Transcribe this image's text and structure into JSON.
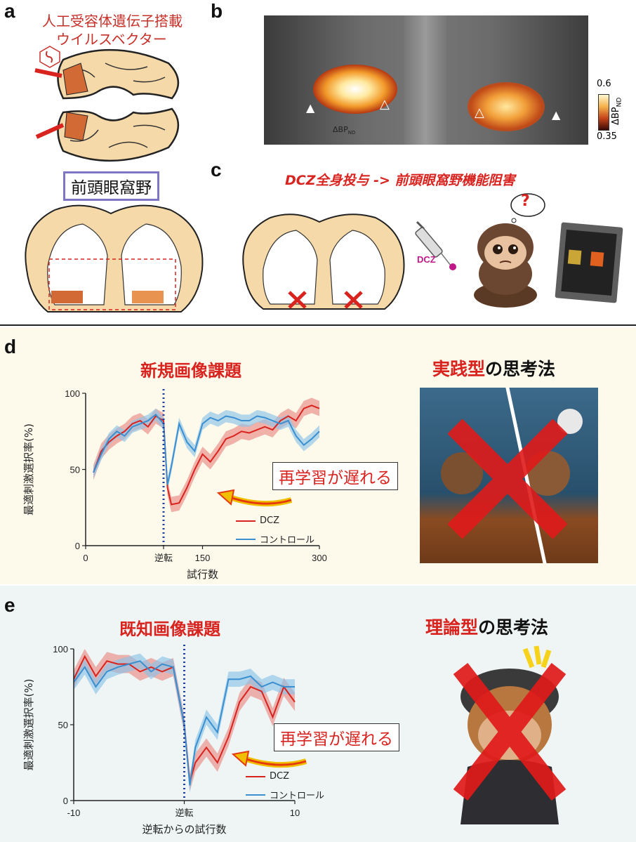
{
  "panels": {
    "a": {
      "letter": "a",
      "vector_label_line1": "人工受容体遺伝子搭載",
      "vector_label_line2": "ウイルスベクター",
      "region_label": "前頭眼窩野"
    },
    "b": {
      "letter": "b",
      "colorbar_max": "0.6",
      "colorbar_min": "0.35",
      "colorbar_label": "ΔBP",
      "colorbar_label_sub": "ND",
      "watermark": "ΔBP",
      "watermark_sub": "ND"
    },
    "c": {
      "letter": "c",
      "title": "DCZ全身投与 -> 前頭眼窩野機能阻害",
      "drug_label": "DCZ",
      "thought_mark": "?"
    },
    "d": {
      "letter": "d",
      "title": "新規画像課題",
      "style_label_part1": "実践型",
      "style_label_part2": "の思考法",
      "annotation": "再学習が遅れる"
    },
    "e": {
      "letter": "e",
      "title": "既知画像課題",
      "style_label_part1": "理論型",
      "style_label_part2": "の思考法",
      "annotation": "再学習が遅れる"
    }
  },
  "colors": {
    "dcz": "#d8231f",
    "control": "#3a8fd0",
    "dcz_band": "#ea8a84",
    "control_band": "#8ec3e8",
    "reversal_line": "#1f3fa0",
    "panel_d_bg": "#fdfaec",
    "panel_e_bg": "#eef5f4",
    "brain_fill": "#f5d9a8",
    "ofc_fill": "#e07b3c"
  },
  "chart_data": [
    {
      "type": "line",
      "panel": "d",
      "ylabel": "最適刺激選択率(%)",
      "xlabel": "試行数",
      "xlim": [
        0,
        300
      ],
      "ylim": [
        0,
        100
      ],
      "x_ticks": [
        "0",
        "逆転",
        "150",
        "300"
      ],
      "x_tick_values": [
        0,
        100,
        150,
        300
      ],
      "y_ticks": [
        "0",
        "50",
        "100"
      ],
      "reversal_x": 100,
      "series": [
        {
          "name": "DCZ",
          "x": [
            10,
            20,
            30,
            40,
            50,
            60,
            70,
            80,
            90,
            100,
            105,
            110,
            120,
            130,
            140,
            150,
            160,
            170,
            180,
            190,
            200,
            210,
            220,
            230,
            240,
            250,
            260,
            270,
            280,
            290,
            300
          ],
          "values": [
            48,
            62,
            68,
            72,
            75,
            80,
            82,
            78,
            85,
            82,
            38,
            27,
            28,
            38,
            50,
            60,
            55,
            62,
            70,
            72,
            75,
            74,
            76,
            78,
            76,
            82,
            85,
            82,
            90,
            92,
            90
          ],
          "band": 5
        },
        {
          "name": "コントロール",
          "x": [
            10,
            20,
            30,
            40,
            50,
            60,
            70,
            80,
            90,
            100,
            105,
            110,
            120,
            130,
            140,
            150,
            160,
            170,
            180,
            190,
            200,
            210,
            220,
            230,
            240,
            250,
            260,
            270,
            280,
            290,
            300
          ],
          "values": [
            48,
            60,
            70,
            75,
            72,
            78,
            80,
            82,
            86,
            80,
            40,
            52,
            80,
            68,
            62,
            80,
            84,
            82,
            85,
            84,
            82,
            82,
            85,
            84,
            82,
            80,
            82,
            72,
            66,
            70,
            75
          ],
          "band": 4
        }
      ]
    },
    {
      "type": "line",
      "panel": "e",
      "ylabel": "最適刺激選択率(%)",
      "xlabel": "逆転からの試行数",
      "xlim": [
        -10,
        10
      ],
      "ylim": [
        0,
        100
      ],
      "x_ticks": [
        "-10",
        "逆転",
        "10"
      ],
      "x_tick_values": [
        -10,
        0,
        10
      ],
      "y_ticks": [
        "0",
        "50",
        "100"
      ],
      "reversal_x": 0,
      "series": [
        {
          "name": "DCZ",
          "x": [
            -10,
            -9,
            -8,
            -7,
            -6,
            -5,
            -4,
            -3,
            -2,
            -1,
            0,
            0.5,
            1,
            2,
            3,
            4,
            5,
            6,
            7,
            8,
            9,
            10
          ],
          "values": [
            80,
            95,
            82,
            92,
            90,
            90,
            85,
            88,
            85,
            88,
            50,
            12,
            25,
            35,
            25,
            42,
            65,
            75,
            72,
            55,
            75,
            65
          ],
          "band": 6
        },
        {
          "name": "コントロール",
          "x": [
            -10,
            -9,
            -8,
            -7,
            -6,
            -5,
            -4,
            -3,
            -2,
            -1,
            0,
            0.5,
            1,
            2,
            3,
            4,
            5,
            6,
            7,
            8,
            9,
            10
          ],
          "values": [
            78,
            88,
            75,
            85,
            88,
            90,
            92,
            85,
            90,
            88,
            50,
            10,
            35,
            55,
            45,
            80,
            80,
            82,
            75,
            78,
            75,
            75
          ],
          "band": 5
        }
      ]
    }
  ]
}
